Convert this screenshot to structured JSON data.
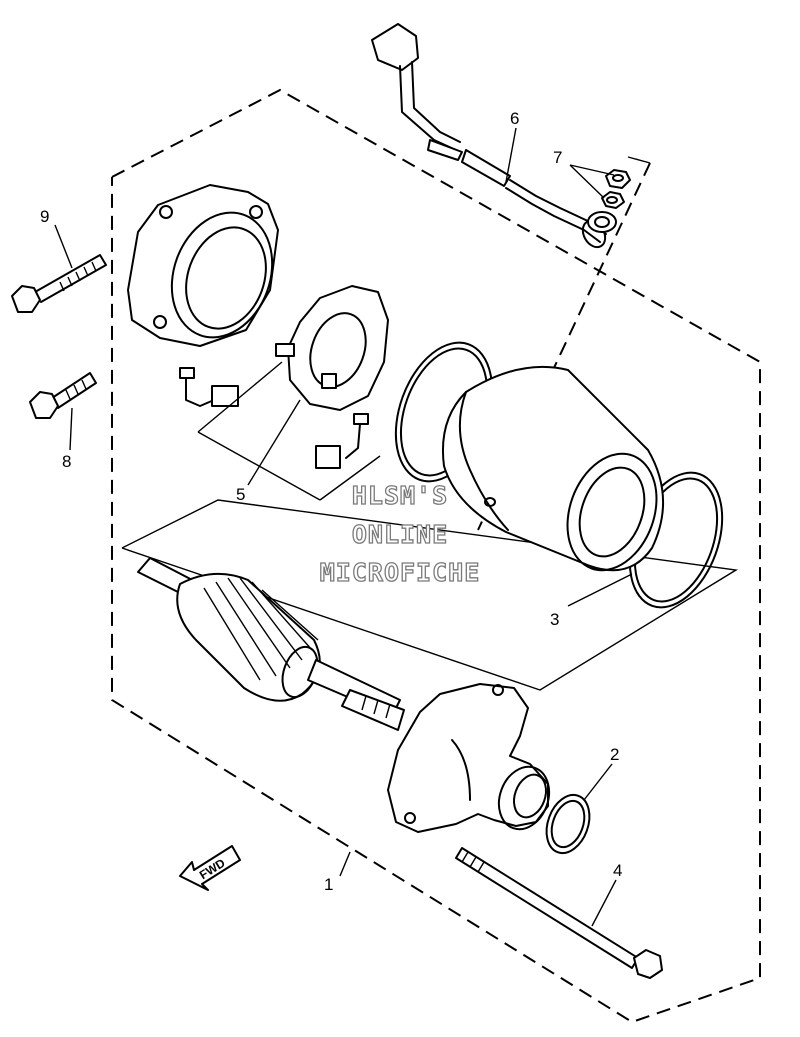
{
  "callouts": {
    "c1": "1",
    "c2": "2",
    "c3": "3",
    "c4": "4",
    "c5": "5",
    "c6": "6",
    "c7": "7",
    "c8": "8",
    "c9": "9"
  },
  "watermark": {
    "line1": "HLSM'S",
    "line2": "ONLINE",
    "line3": "MICROFICHE"
  },
  "direction_arrow": "FWD"
}
